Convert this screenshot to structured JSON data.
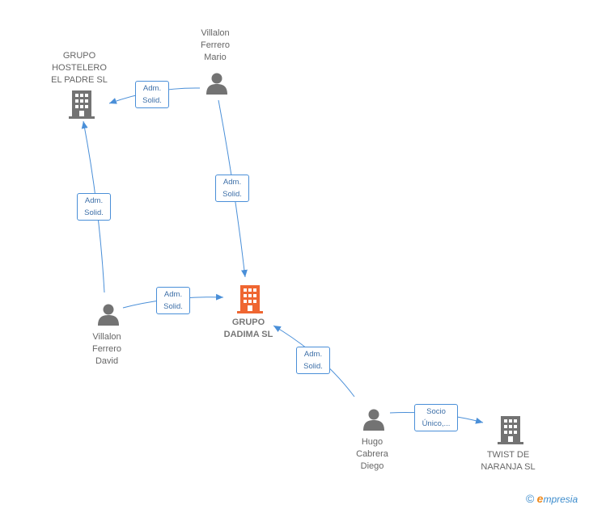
{
  "colors": {
    "edge": "#4a8fd8",
    "node": "#737373",
    "main_node": "#ef6631"
  },
  "nodes": {
    "grupo_hostelero": {
      "label": "GRUPO\nHOSTELERO\nEL PADRE SL",
      "icon": "building-icon"
    },
    "mario": {
      "label": "Villalon\nFerrero\nMario",
      "icon": "person-icon"
    },
    "grupo_dadima": {
      "label": "GRUPO\nDADIMA SL",
      "icon": "building-icon"
    },
    "david": {
      "label": "Villalon\nFerrero\nDavid",
      "icon": "person-icon"
    },
    "hugo": {
      "label": "Hugo\nCabrera\nDiego",
      "icon": "person-icon"
    },
    "twist": {
      "label": "TWIST DE\nNARANJA SL",
      "icon": "building-icon"
    }
  },
  "edges": {
    "mario_hostelero": "Adm.\nSolid.",
    "david_hostelero": "Adm.\nSolid.",
    "mario_dadima": "Adm.\nSolid.",
    "david_dadima": "Adm.\nSolid.",
    "hugo_dadima": "Adm.\nSolid.",
    "hugo_twist": "Socio\nÚnico,..."
  },
  "brand": {
    "copyright": "©",
    "initial": "e",
    "name": "mpresia"
  }
}
